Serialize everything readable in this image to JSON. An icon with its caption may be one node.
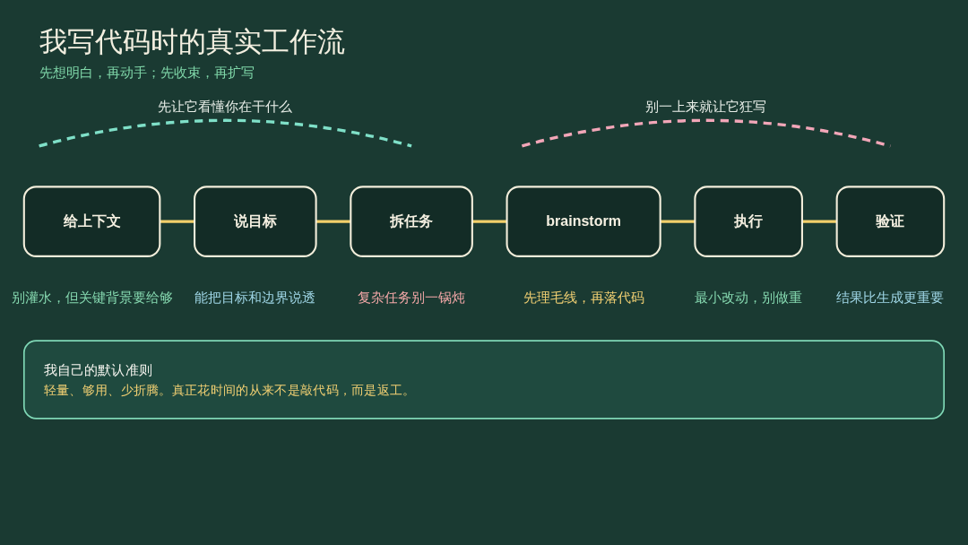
{
  "diagram": {
    "title": "我写代码时的真实工作流",
    "caption": "先想明白，再动手；先收束，再扩写",
    "nodes": [
      {
        "text": [
          "给上下文"
        ],
        "beside": [
          "别灌水，但关键背景要给够"
        ]
      },
      {
        "text": [
          "说目标"
        ],
        "beside": [
          "能把目标和边界说透"
        ]
      },
      {
        "text": [
          "拆任务"
        ],
        "beside": [
          "复杂任务别一锅炖"
        ]
      },
      {
        "text": [
          "brainstorm"
        ],
        "beside": [
          "先理毛线，再落代码"
        ]
      },
      {
        "text": [
          "执行"
        ],
        "beside": [
          "最小改动，别做重"
        ]
      },
      {
        "text": [
          "验证"
        ],
        "beside": [
          "结果比生成更重要"
        ]
      },
      {
        "text": [
          "我自己的默认准则",
          "轻量、够用、少折腾。真正花时间的从来不是敲代码，而是返工。"
        ]
      }
    ],
    "edges": [
      {
        "from": 0,
        "to": 1,
        "arrow": "none"
      },
      {
        "from": 1,
        "to": 2,
        "arrow": "none"
      },
      {
        "from": 2,
        "to": 3,
        "arrow": "none"
      },
      {
        "from": 3,
        "to": 4,
        "arrow": "none"
      },
      {
        "from": 4,
        "to": 5,
        "arrow": "none"
      }
    ],
    "labels": [
      "先让它看懂你在干什么",
      "别一上来就让它狂写"
    ]
  }
}
